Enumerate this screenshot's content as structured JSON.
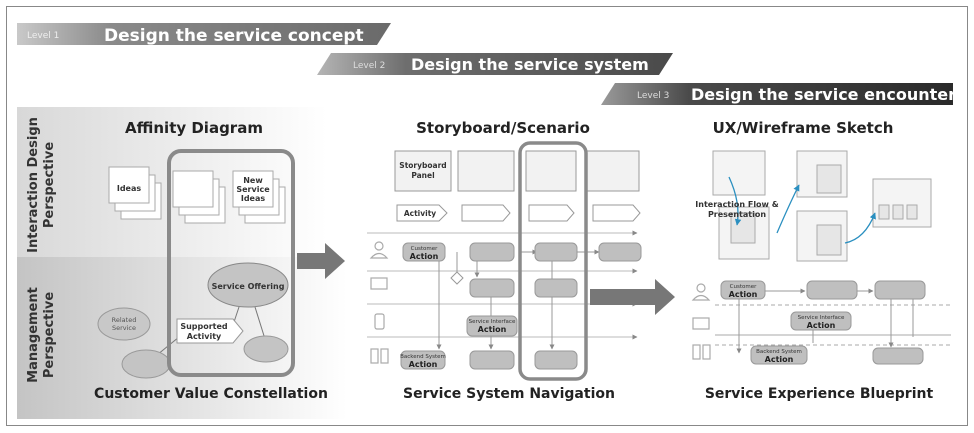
{
  "banners": {
    "level1": {
      "level": "Level 1",
      "title": "Design the service concept"
    },
    "level2": {
      "level": "Level 2",
      "title": "Design the service system"
    },
    "level3": {
      "level": "Level 3",
      "title": "Design the service encounter"
    }
  },
  "perspectives": {
    "interaction": "Interaction Design Perspective",
    "management": "Management Perspective"
  },
  "interaction_line1": "Interaction Design",
  "interaction_line2": "Perspective",
  "management_line1": "Management",
  "management_line2": "Perspective",
  "columns": {
    "col1": {
      "top_title": "Affinity Diagram",
      "bottom_title": "Customer Value Constellation"
    },
    "col2": {
      "top_title": "Storyboard/Scenario",
      "bottom_title": "Service System Navigation"
    },
    "col3": {
      "top_title": "UX/Wireframe Sketch",
      "bottom_title": "Service Experience Blueprint"
    }
  },
  "affinity": {
    "ideas": "Ideas",
    "new1": "New",
    "new2": "Service",
    "new3": "Ideas"
  },
  "constellation": {
    "offering": "Service Offering",
    "related1": "Related",
    "related2": "Service",
    "supported1": "Supported",
    "supported2": "Activity"
  },
  "storyboard": {
    "panel1": "Storyboard",
    "panel2": "Panel",
    "activity": "Activity",
    "customer_small": "Customer",
    "customer_big": "Action",
    "interface_small": "Service Interface",
    "interface_big": "Action",
    "backend_small": "Backend System",
    "backend_big": "Action"
  },
  "wireframe": {
    "flow1": "Interaction Flow &",
    "flow2": "Presentation"
  },
  "blueprint": {
    "customer_small": "Customer",
    "customer_big": "Action",
    "interface_small": "Service Interface",
    "interface_big": "Action",
    "backend_small": "Backend System",
    "backend_big": "Action"
  },
  "colors": {
    "banner": "#6b6b6b",
    "banner_dark": "#3a3a3a",
    "node": "#c8c8c8",
    "highlight": "#888888"
  }
}
